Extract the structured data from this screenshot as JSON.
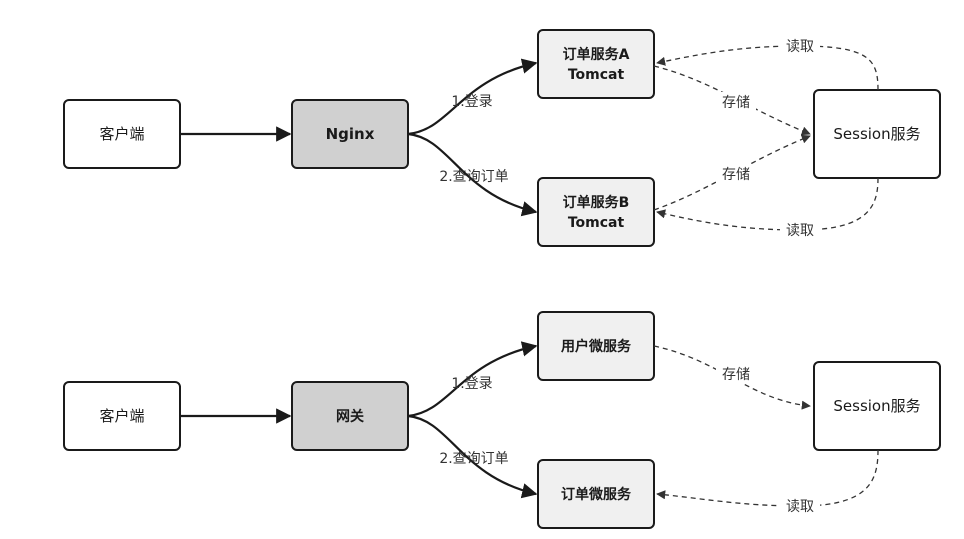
{
  "top": {
    "client": "客户端",
    "nginx": "Nginx",
    "order_a_line1": "订单服务A",
    "order_a_line2": "Tomcat",
    "order_b_line1": "订单服务B",
    "order_b_line2": "Tomcat",
    "session": "Session服务",
    "edge_login": "1.登录",
    "edge_query": "2.查询订单",
    "edge_store_a": "存储",
    "edge_store_b": "存储",
    "edge_read_a": "读取",
    "edge_read_b": "读取"
  },
  "bottom": {
    "client": "客户端",
    "gateway": "网关",
    "user_service": "用户微服务",
    "order_service": "订单微服务",
    "session": "Session服务",
    "edge_login": "1.登录",
    "edge_query": "2.查询订单",
    "edge_store": "存储",
    "edge_read": "读取"
  },
  "colors": {
    "box_grey": "#d0d0d0",
    "box_light": "#f0f0f0",
    "stroke": "#1a1a1a"
  }
}
